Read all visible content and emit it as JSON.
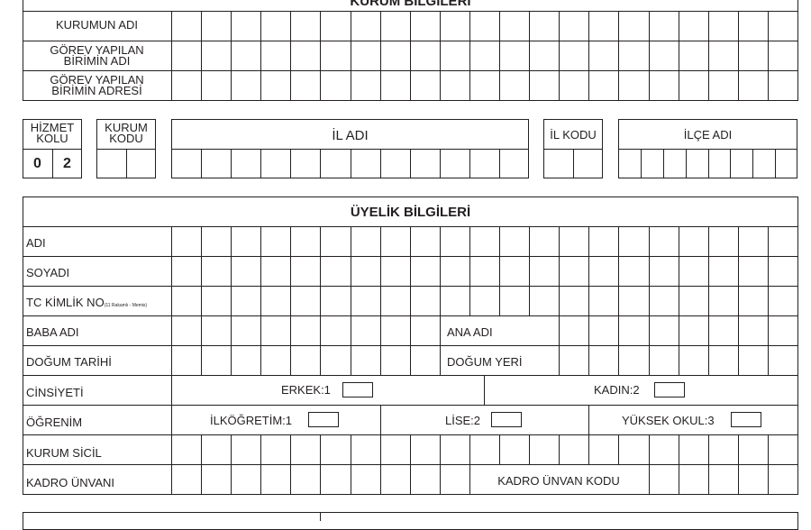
{
  "kurum": {
    "title": "KURUM BİLGİLERİ",
    "rows": [
      "KURUMUN ADI",
      "GÖREV YAPILAN\nBİRİMİN ADI",
      "GÖREV YAPILAN\nBİRİMİN ADRESİ"
    ]
  },
  "codes": {
    "hizmet_kolu_label": "HİZMET\nKOLU",
    "hizmet_kolu_values": [
      "0",
      "2"
    ],
    "kurum_kodu_label": "KURUM\nKODU",
    "il_adi_label": "İL ADI",
    "il_kodu_label": "İL KODU",
    "ilce_adi_label": "İLÇE ADI"
  },
  "uyelik": {
    "title": "ÜYELİK BİLGİLERİ",
    "adi": "ADI",
    "soyadi": "SOYADI",
    "tc": "TC KİMLİK NO",
    "tc_note": "(11 Rakamlı - Memis)",
    "baba_adi": "BABA ADI",
    "ana_adi": "ANA ADI",
    "dogum_tarihi": "DOĞUM TARİHİ",
    "dogum_yeri": "DOĞUM YERİ",
    "cinsiyeti": "CİNSİYETİ",
    "erkek": "ERKEK:1",
    "kadin": "KADIN:2",
    "ogrenim": "ÖĞRENİM",
    "ilkogretim": "İLKÖĞRETİM:1",
    "lise": "LİSE:2",
    "yuksek_okul": "YÜKSEK OKUL:3",
    "kurum_sicil": "KURUM SİCİL",
    "kadro_unvani": "KADRO ÜNVANI",
    "kadro_unvan_kodu": "KADRO ÜNVAN KODU"
  }
}
